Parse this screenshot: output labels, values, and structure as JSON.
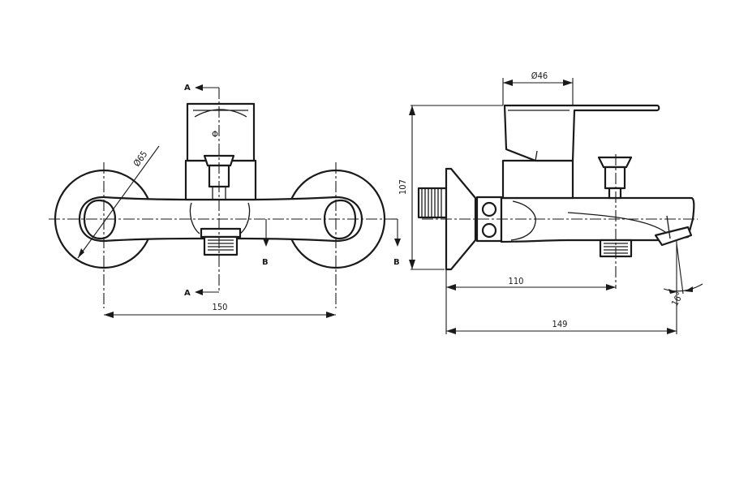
{
  "front_view": {
    "section_A_top": "A",
    "section_A_bottom": "A",
    "section_B_left": "B",
    "section_B_right": "B",
    "dim_diameter": "Ø65",
    "dim_width": "150",
    "cartridge_symbol": "Φ"
  },
  "side_view": {
    "dim_diameter": "Ø46",
    "dim_height": "107",
    "dim_outlet": "110",
    "dim_total": "149",
    "dim_angle": "16°"
  }
}
